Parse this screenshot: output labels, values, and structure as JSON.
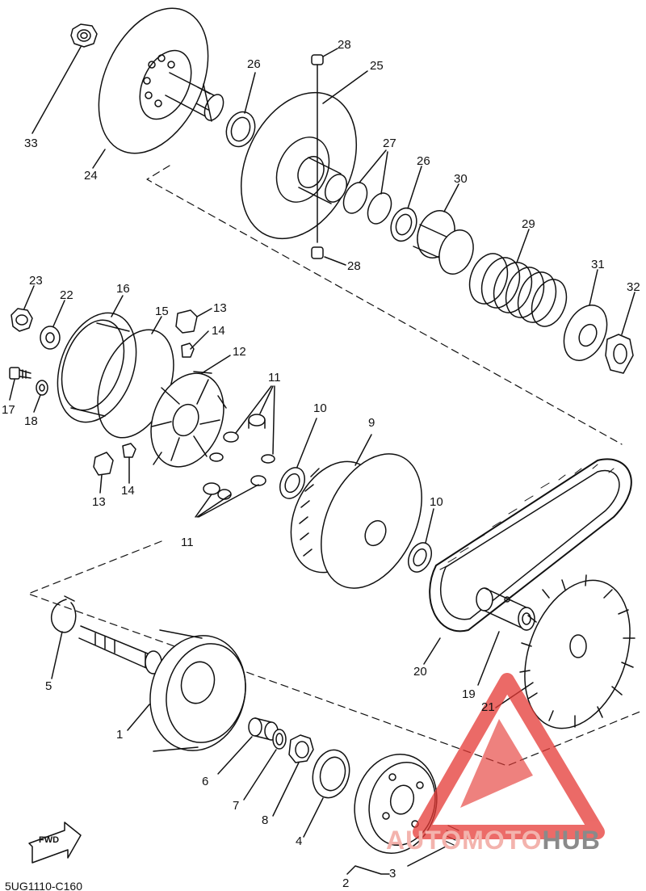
{
  "diagram": {
    "catalog_code": "5UG1110-C160",
    "fwd_label": "FWD",
    "watermark": {
      "part1": "AUTOMOTO",
      "part2": "HUB",
      "color": "#e53935",
      "text_color": "#8a8a8a"
    },
    "callouts": [
      {
        "id": "33",
        "text": "33"
      },
      {
        "id": "24",
        "text": "24"
      },
      {
        "id": "26a",
        "text": "26"
      },
      {
        "id": "28a",
        "text": "28"
      },
      {
        "id": "25",
        "text": "25"
      },
      {
        "id": "27",
        "text": "27"
      },
      {
        "id": "26b",
        "text": "26"
      },
      {
        "id": "30",
        "text": "30"
      },
      {
        "id": "28b",
        "text": "28"
      },
      {
        "id": "29",
        "text": "29"
      },
      {
        "id": "31",
        "text": "31"
      },
      {
        "id": "32",
        "text": "32"
      },
      {
        "id": "23",
        "text": "23"
      },
      {
        "id": "22",
        "text": "22"
      },
      {
        "id": "16",
        "text": "16"
      },
      {
        "id": "15",
        "text": "15"
      },
      {
        "id": "13a",
        "text": "13"
      },
      {
        "id": "14a",
        "text": "14"
      },
      {
        "id": "12",
        "text": "12"
      },
      {
        "id": "11a",
        "text": "11"
      },
      {
        "id": "17",
        "text": "17"
      },
      {
        "id": "18",
        "text": "18"
      },
      {
        "id": "10a",
        "text": "10"
      },
      {
        "id": "9",
        "text": "9"
      },
      {
        "id": "13b",
        "text": "13"
      },
      {
        "id": "14b",
        "text": "14"
      },
      {
        "id": "11b",
        "text": "11"
      },
      {
        "id": "10b",
        "text": "10"
      },
      {
        "id": "5",
        "text": "5"
      },
      {
        "id": "1",
        "text": "1"
      },
      {
        "id": "20",
        "text": "20"
      },
      {
        "id": "19",
        "text": "19"
      },
      {
        "id": "21",
        "text": "21"
      },
      {
        "id": "6",
        "text": "6"
      },
      {
        "id": "7",
        "text": "7"
      },
      {
        "id": "8",
        "text": "8"
      },
      {
        "id": "4",
        "text": "4"
      },
      {
        "id": "2",
        "text": "2"
      },
      {
        "id": "3",
        "text": "3"
      }
    ]
  }
}
